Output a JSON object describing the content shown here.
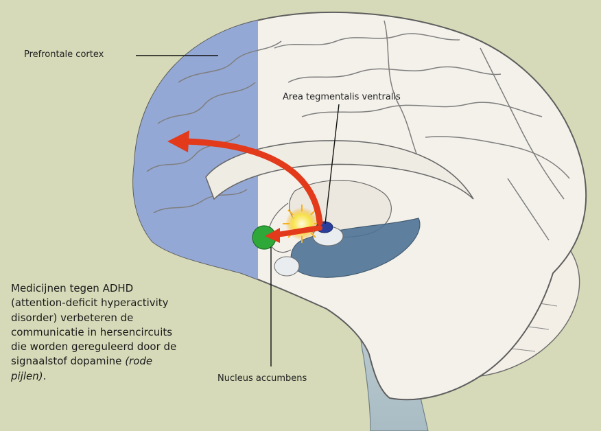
{
  "colors": {
    "background": "#d6dab8",
    "prefrontal": "#94a8d6",
    "arrow": "#e23a1a",
    "nucleus_accumbens": "#2fa83a",
    "vta": "#2a3f9c",
    "glow": "#f7e34a",
    "brain_fill": "#f4f1ea",
    "brainstem": "#4f7396"
  },
  "labels": {
    "prefrontal_cortex": "Prefrontale cortex",
    "vta": "Area tegmentalis ventralis",
    "nucleus_accumbens": "Nucleus accumbens"
  },
  "caption": {
    "main": "Medicijnen tegen ADHD (attention-deficit hyperactivity disorder) verbeteren de communicatie in hersencircuits die worden gereguleerd door de signaalstof dopamine",
    "italic": "(rode pijlen)",
    "end": "."
  }
}
